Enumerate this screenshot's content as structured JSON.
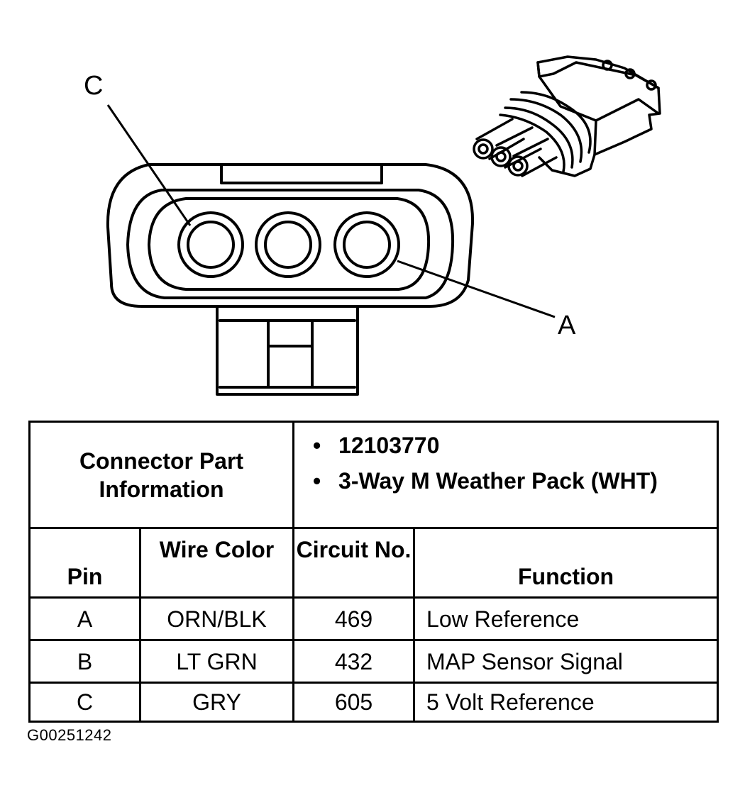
{
  "callouts": {
    "c": "C",
    "a": "A"
  },
  "connector_info": {
    "label": "Connector Part Information",
    "part_number": "12103770",
    "description": "3-Way M Weather Pack (WHT)"
  },
  "table": {
    "headers": {
      "pin": "Pin",
      "wire_color": "Wire Color",
      "circuit_no": "Circuit No.",
      "function": "Function"
    },
    "rows": [
      {
        "pin": "A",
        "wire_color": "ORN/BLK",
        "circuit_no": "469",
        "function": "Low Reference"
      },
      {
        "pin": "B",
        "wire_color": "LT GRN",
        "circuit_no": "432",
        "function": "MAP Sensor Signal"
      },
      {
        "pin": "C",
        "wire_color": "GRY",
        "circuit_no": "605",
        "function": "5 Volt Reference"
      }
    ]
  },
  "figure_id": "G00251242",
  "colors": {
    "ink": "#000000",
    "paper": "#ffffff"
  }
}
